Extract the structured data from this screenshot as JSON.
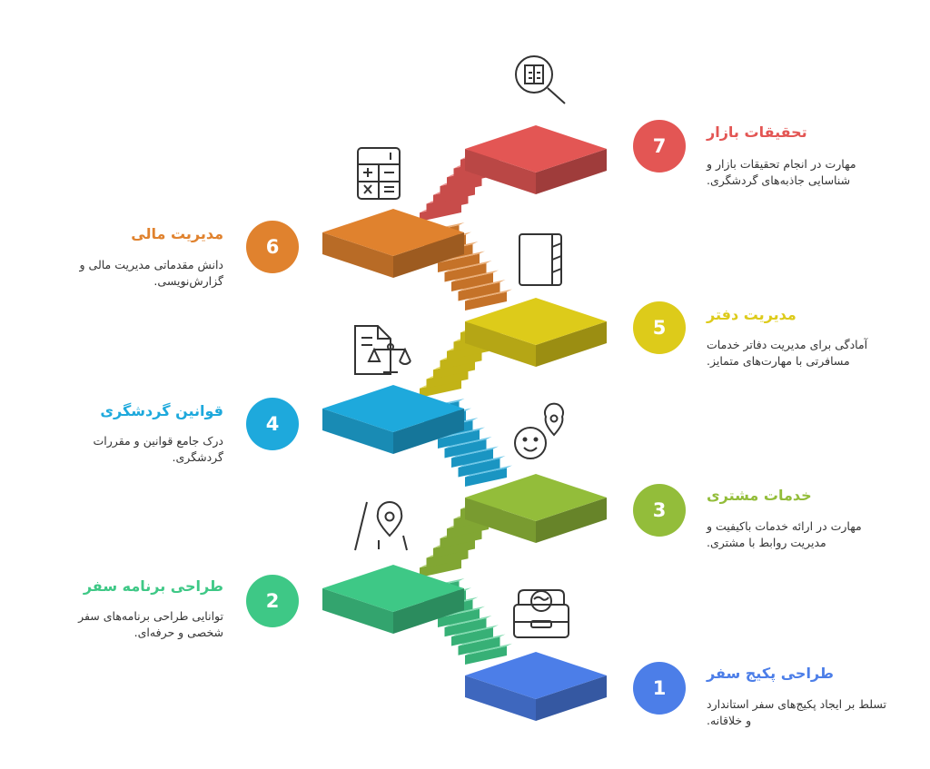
{
  "colors": {
    "red": "#E35654",
    "orange": "#E0822E",
    "yellow": "#DDCB1A",
    "blue": "#1EA9DC",
    "lime": "#93BD3A",
    "green": "#3EC886",
    "royal": "#4C7EE8"
  },
  "steps": [
    {
      "number": "1",
      "title": "طراحی پکیج سفر",
      "description": "تسلط بر ایجاد پکیج‌های سفر استاندارد و خلاقانه.",
      "icon": "globe-suitcase-icon"
    },
    {
      "number": "2",
      "title": "طراحی برنامه سفر",
      "description": "توانایی طراحی برنامه‌های سفر شخصی و حرفه‌ای.",
      "icon": "road-pin-icon"
    },
    {
      "number": "3",
      "title": "خدمات مشتری",
      "description": "مهارت در ارائه خدمات باکیفیت و مدیریت روابط با مشتری.",
      "icon": "smiley-pin-icon"
    },
    {
      "number": "4",
      "title": "قوانین گردشگری",
      "description": "درک جامع قوانین و مقررات گردشگری.",
      "icon": "legal-scale-icon"
    },
    {
      "number": "5",
      "title": "مدیریت دفتر",
      "description": "آمادگی برای مدیریت دفاتر خدمات مسافرتی با مهارت‌های متمایز.",
      "icon": "notebook-icon"
    },
    {
      "number": "6",
      "title": "مدیریت مالی",
      "description": "دانش مقدماتی مدیریت مالی و گزارش‌نویسی.",
      "icon": "calculator-icon"
    },
    {
      "number": "7",
      "title": "تحقیقات بازار",
      "description": "مهارت در انجام تحقیقات بازار و شناسایی جاذبه‌های گردشگری.",
      "icon": "research-magnifier-icon"
    }
  ]
}
